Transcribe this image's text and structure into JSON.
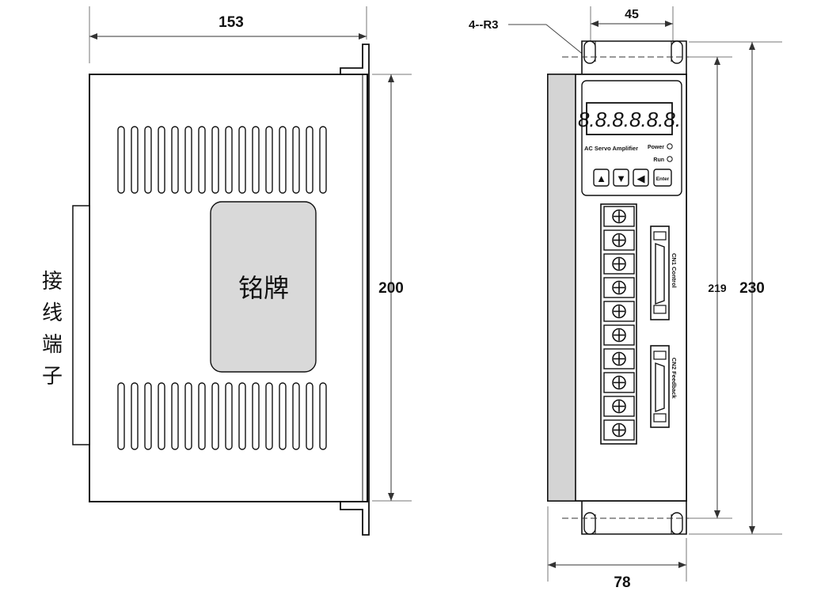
{
  "side_view": {
    "dim_width": "153",
    "dim_height": "200",
    "nameplate_label": "铭牌",
    "terminal_label": [
      "接",
      "线",
      "端",
      "子"
    ]
  },
  "front_view": {
    "dim_hole_radius": "4--R3",
    "dim_hole_spacing": "45",
    "dim_inner_height": "219",
    "dim_outer_height": "230",
    "dim_width": "78",
    "display_text": "8.8.8.8.8.8.",
    "panel_title": "AC Servo Amplifier",
    "indicator_power": "Power",
    "indicator_run": "Run",
    "buttons": [
      "▲",
      "▼",
      "◀",
      "Enter"
    ],
    "cn1_label": "CN1 Control",
    "cn2_label": "CN2 Feedback"
  }
}
